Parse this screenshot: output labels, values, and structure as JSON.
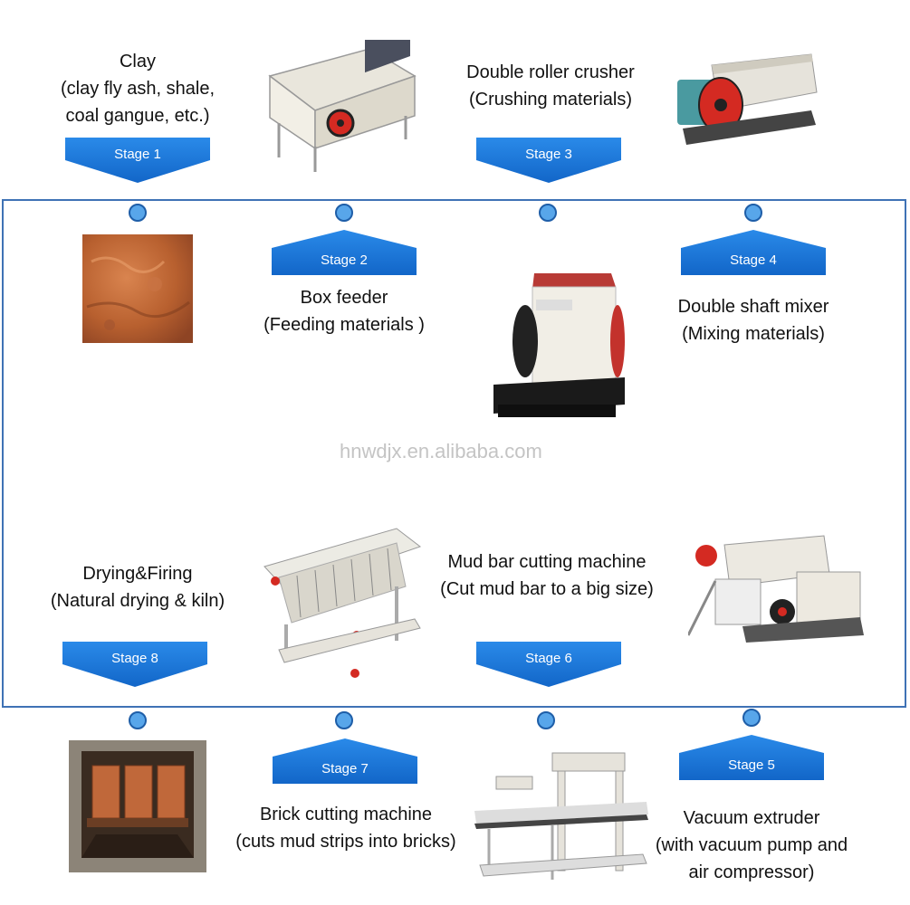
{
  "stages": [
    {
      "id": 1,
      "banner": "Stage 1",
      "title": "Clay",
      "desc": [
        "(clay fly ash, shale,",
        "coal gangue, etc.)"
      ]
    },
    {
      "id": 2,
      "banner": "Stage 2",
      "title": "Box feeder",
      "desc": [
        "(Feeding materials )"
      ]
    },
    {
      "id": 3,
      "banner": "Stage 3",
      "title": "Double roller crusher",
      "desc": [
        "(Crushing materials)"
      ]
    },
    {
      "id": 4,
      "banner": "Stage 4",
      "title": "Double shaft mixer",
      "desc": [
        "(Mixing materials)"
      ]
    },
    {
      "id": 5,
      "banner": "Stage 5",
      "title": "Vacuum extruder",
      "desc": [
        "(with vacuum pump and",
        "air compressor)"
      ]
    },
    {
      "id": 6,
      "banner": "Stage 6",
      "title": "Mud bar cutting machine",
      "desc": [
        "(Cut mud bar to a big size)"
      ]
    },
    {
      "id": 7,
      "banner": "Stage 7",
      "title": "Brick cutting machine",
      "desc": [
        "(cuts mud strips into bricks)"
      ]
    },
    {
      "id": 8,
      "banner": "Stage 8",
      "title": "Drying&Firing",
      "desc": [
        "(Natural drying & kiln)"
      ]
    }
  ],
  "watermark": "hnwdjx.en.alibaba.com",
  "colors": {
    "accent": "#1266c8",
    "frame": "#3f72b5",
    "dot": "#58a6ea"
  }
}
